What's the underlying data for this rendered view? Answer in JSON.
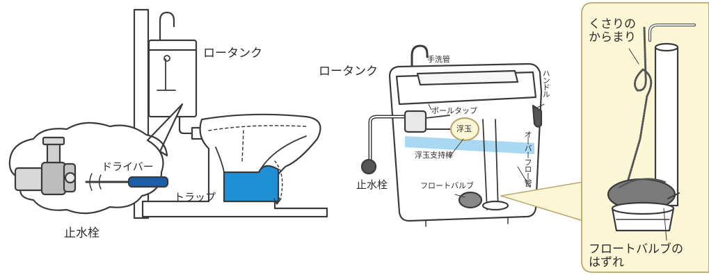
{
  "colors": {
    "outline": "#3a3a3a",
    "water": "#1f8fd6",
    "water_light": "#a9d8f2",
    "highlight_fill": "#fbf6d6",
    "highlight_stroke": "#b8a76a",
    "screwdriver_blue": "#1c5ea8",
    "valve_gray": "#9a9a9a"
  },
  "labels": {
    "low_tank_left": "ロータンク",
    "low_tank_right": "ロータンク",
    "shutoff_valve_left": "止水栓",
    "shutoff_valve_right": "止水栓",
    "screwdriver": "ドライバー",
    "trap": "トラップ",
    "hand_wash_pipe": "手洗管",
    "ball_tap": "ボールタップ",
    "float_ball": "浮玉",
    "float_support_rod": "浮玉支持棒",
    "flush_valve": "フロートバルブ",
    "handle": "ハンドル",
    "overflow_pipe": "オーバーフロー管",
    "chain_tangle_line1": "くさりの",
    "chain_tangle_line2": "からまり",
    "valve_detached_line1": "フロートバルブの",
    "valve_detached_line2": "はずれ"
  }
}
